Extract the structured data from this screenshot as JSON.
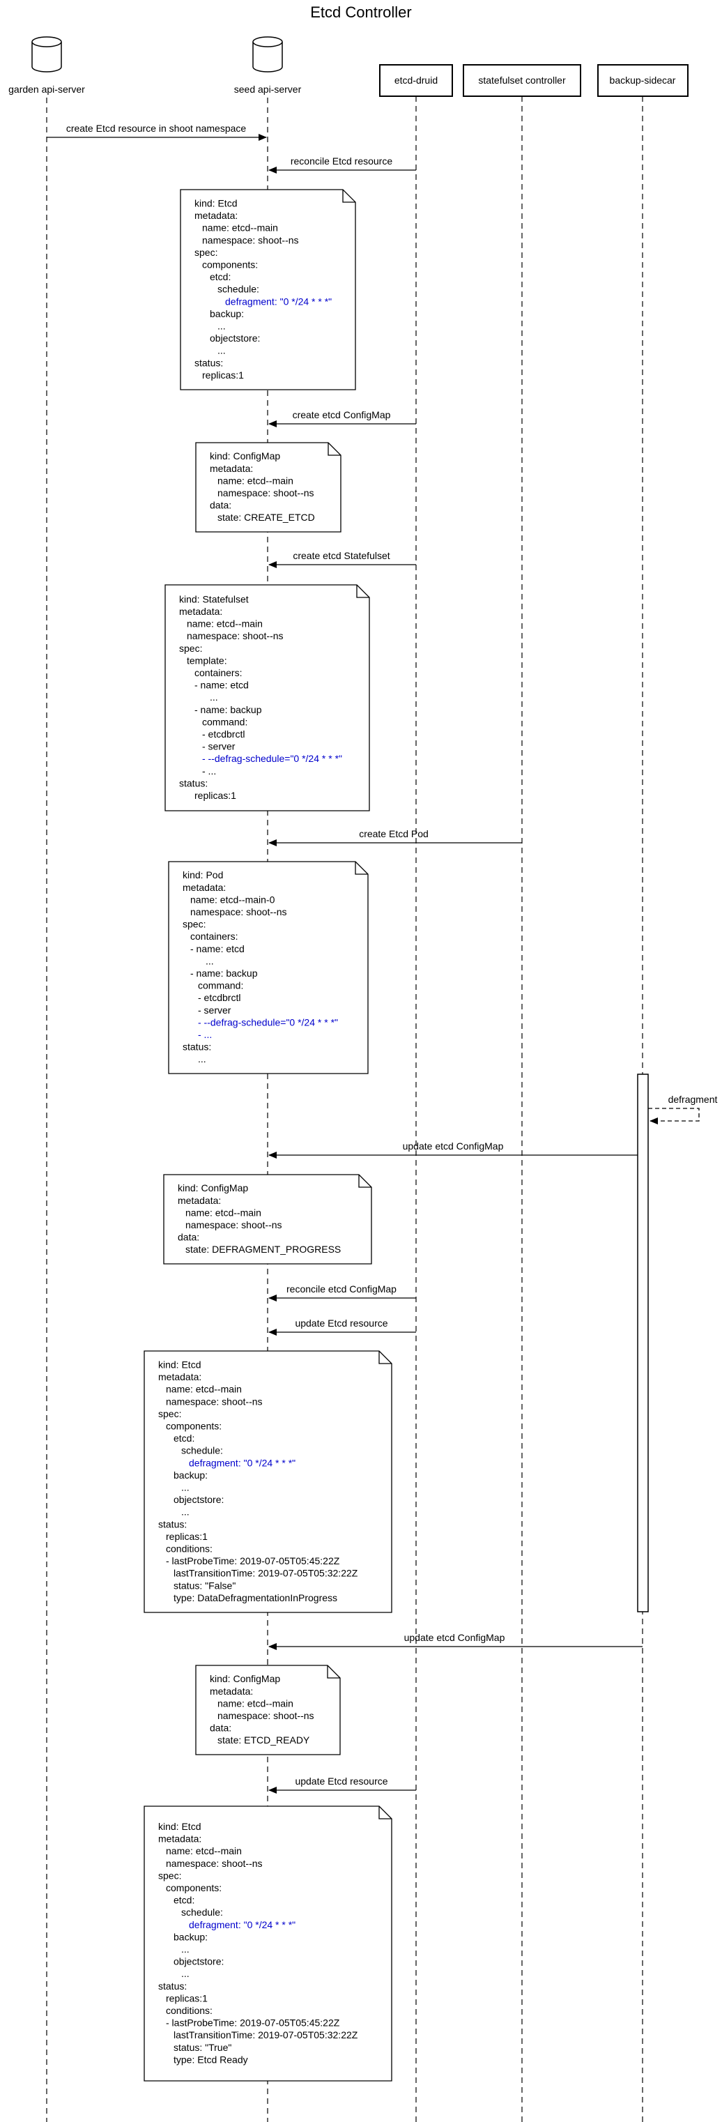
{
  "title": "Etcd Controller",
  "participants": [
    {
      "id": "garden",
      "label": "garden api-server",
      "kind": "database"
    },
    {
      "id": "seed",
      "label": "seed api-server",
      "kind": "database"
    },
    {
      "id": "druid",
      "label": "etcd-druid",
      "kind": "box"
    },
    {
      "id": "sts",
      "label": "statefulset controller",
      "kind": "box"
    },
    {
      "id": "sidecar",
      "label": "backup-sidecar",
      "kind": "box"
    }
  ],
  "colors": {
    "line": "#000000",
    "highlight": "#0000cc",
    "background": "#ffffff"
  },
  "messages": [
    {
      "from": "garden",
      "to": "seed",
      "label": "create Etcd resource in shoot namespace"
    },
    {
      "from": "druid",
      "to": "seed",
      "label": "reconcile Etcd resource"
    },
    {
      "from": "druid",
      "to": "seed",
      "label": "create etcd ConfigMap"
    },
    {
      "from": "druid",
      "to": "seed",
      "label": "create etcd Statefulset"
    },
    {
      "from": "sts",
      "to": "seed",
      "label": "create Etcd Pod"
    },
    {
      "from": "sidecar",
      "to": "sidecar",
      "label": "defragment",
      "self": true
    },
    {
      "from": "sidecar",
      "to": "seed",
      "label": "update etcd ConfigMap"
    },
    {
      "from": "druid",
      "to": "seed",
      "label": "reconcile etcd ConfigMap"
    },
    {
      "from": "druid",
      "to": "seed",
      "label": "update Etcd resource"
    },
    {
      "from": "sidecar",
      "to": "seed",
      "label": "update etcd ConfigMap"
    },
    {
      "from": "druid",
      "to": "seed",
      "label": "update Etcd resource"
    }
  ],
  "notes": [
    {
      "id": "etcd-1",
      "lines": [
        {
          "text": "kind: Etcd",
          "indent": 0
        },
        {
          "text": "metadata:",
          "indent": 0
        },
        {
          "text": "name: etcd--main",
          "indent": 2
        },
        {
          "text": "namespace: shoot--ns",
          "indent": 2
        },
        {
          "text": "spec:",
          "indent": 0
        },
        {
          "text": "components:",
          "indent": 2
        },
        {
          "text": "etcd:",
          "indent": 4
        },
        {
          "text": "schedule:",
          "indent": 6
        },
        {
          "text": "defragment: \"0 */24 * * *\"",
          "indent": 8,
          "hl": true
        },
        {
          "text": "backup:",
          "indent": 4
        },
        {
          "text": "...",
          "indent": 6
        },
        {
          "text": "objectstore:",
          "indent": 4
        },
        {
          "text": "...",
          "indent": 6
        },
        {
          "text": "status:",
          "indent": 0
        },
        {
          "text": "replicas:1",
          "indent": 2
        }
      ]
    },
    {
      "id": "configmap-1",
      "lines": [
        {
          "text": "kind: ConfigMap",
          "indent": 0
        },
        {
          "text": "metadata:",
          "indent": 0
        },
        {
          "text": "name: etcd--main",
          "indent": 2
        },
        {
          "text": "namespace: shoot--ns",
          "indent": 2
        },
        {
          "text": "data:",
          "indent": 0
        },
        {
          "text": "state: CREATE_ETCD",
          "indent": 2
        }
      ]
    },
    {
      "id": "statefulset",
      "lines": [
        {
          "text": "kind: Statefulset",
          "indent": 0
        },
        {
          "text": "metadata:",
          "indent": 0
        },
        {
          "text": "name: etcd--main",
          "indent": 2
        },
        {
          "text": "namespace: shoot--ns",
          "indent": 2
        },
        {
          "text": "spec:",
          "indent": 0
        },
        {
          "text": "template:",
          "indent": 2
        },
        {
          "text": "containers:",
          "indent": 4
        },
        {
          "text": "- name: etcd",
          "indent": 4
        },
        {
          "text": "...",
          "indent": 8
        },
        {
          "text": "- name: backup",
          "indent": 4
        },
        {
          "text": "command:",
          "indent": 6
        },
        {
          "text": "- etcdbrctl",
          "indent": 6
        },
        {
          "text": "- server",
          "indent": 6
        },
        {
          "text": "- --defrag-schedule=\"0 */24 * * *\"",
          "indent": 6,
          "hl": true
        },
        {
          "text": "- ...",
          "indent": 6
        },
        {
          "text": "status:",
          "indent": 0
        },
        {
          "text": "replicas:1",
          "indent": 4
        }
      ]
    },
    {
      "id": "pod",
      "lines": [
        {
          "text": "kind: Pod",
          "indent": 0
        },
        {
          "text": "metadata:",
          "indent": 0
        },
        {
          "text": "name: etcd--main-0",
          "indent": 2
        },
        {
          "text": "namespace: shoot--ns",
          "indent": 2
        },
        {
          "text": "spec:",
          "indent": 0
        },
        {
          "text": "containers:",
          "indent": 2
        },
        {
          "text": "- name: etcd",
          "indent": 2
        },
        {
          "text": "...",
          "indent": 6
        },
        {
          "text": "- name: backup",
          "indent": 2
        },
        {
          "text": "command:",
          "indent": 4
        },
        {
          "text": "- etcdbrctl",
          "indent": 4
        },
        {
          "text": "- server",
          "indent": 4
        },
        {
          "text": "- --defrag-schedule=\"0 */24 * * *\"",
          "indent": 4,
          "hl": true
        },
        {
          "text": "- ...",
          "indent": 4,
          "hl": true
        },
        {
          "text": "status:",
          "indent": 0
        },
        {
          "text": "...",
          "indent": 4
        }
      ]
    },
    {
      "id": "configmap-2",
      "lines": [
        {
          "text": "kind: ConfigMap",
          "indent": 0
        },
        {
          "text": "metadata:",
          "indent": 0
        },
        {
          "text": "name: etcd--main",
          "indent": 2
        },
        {
          "text": "namespace: shoot--ns",
          "indent": 2
        },
        {
          "text": "data:",
          "indent": 0
        },
        {
          "text": "state: DEFRAGMENT_PROGRESS",
          "indent": 2
        }
      ]
    },
    {
      "id": "etcd-2",
      "lines": [
        {
          "text": "kind: Etcd",
          "indent": 0
        },
        {
          "text": "metadata:",
          "indent": 0
        },
        {
          "text": "name: etcd--main",
          "indent": 2
        },
        {
          "text": "namespace: shoot--ns",
          "indent": 2
        },
        {
          "text": "spec:",
          "indent": 0
        },
        {
          "text": "components:",
          "indent": 2
        },
        {
          "text": "etcd:",
          "indent": 4
        },
        {
          "text": "schedule:",
          "indent": 6
        },
        {
          "text": "defragment: \"0 */24 * * *\"",
          "indent": 8,
          "hl": true
        },
        {
          "text": "backup:",
          "indent": 4
        },
        {
          "text": "...",
          "indent": 6
        },
        {
          "text": "objectstore:",
          "indent": 4
        },
        {
          "text": "...",
          "indent": 6
        },
        {
          "text": "status:",
          "indent": 0
        },
        {
          "text": "replicas:1",
          "indent": 2
        },
        {
          "text": "conditions:",
          "indent": 2
        },
        {
          "text": "- lastProbeTime: 2019-07-05T05:45:22Z",
          "indent": 2
        },
        {
          "text": "lastTransitionTime: 2019-07-05T05:32:22Z",
          "indent": 4
        },
        {
          "text": "status: \"False\"",
          "indent": 4
        },
        {
          "text": "type: DataDefragmentationInProgress",
          "indent": 4
        }
      ]
    },
    {
      "id": "configmap-3",
      "lines": [
        {
          "text": "kind: ConfigMap",
          "indent": 0
        },
        {
          "text": "metadata:",
          "indent": 0
        },
        {
          "text": "name: etcd--main",
          "indent": 2
        },
        {
          "text": "namespace: shoot--ns",
          "indent": 2
        },
        {
          "text": "data:",
          "indent": 0
        },
        {
          "text": "state: ETCD_READY",
          "indent": 2
        }
      ]
    },
    {
      "id": "etcd-3",
      "lines": [
        {
          "text": "kind: Etcd",
          "indent": 0
        },
        {
          "text": "metadata:",
          "indent": 0
        },
        {
          "text": "name: etcd--main",
          "indent": 2
        },
        {
          "text": "namespace: shoot--ns",
          "indent": 2
        },
        {
          "text": "spec:",
          "indent": 0
        },
        {
          "text": "components:",
          "indent": 2
        },
        {
          "text": "etcd:",
          "indent": 4
        },
        {
          "text": "schedule:",
          "indent": 6
        },
        {
          "text": "defragment: \"0 */24 * * *\"",
          "indent": 8,
          "hl": true
        },
        {
          "text": "backup:",
          "indent": 4
        },
        {
          "text": "...",
          "indent": 6
        },
        {
          "text": "objectstore:",
          "indent": 4
        },
        {
          "text": "...",
          "indent": 6
        },
        {
          "text": "status:",
          "indent": 0
        },
        {
          "text": "replicas:1",
          "indent": 2
        },
        {
          "text": "conditions:",
          "indent": 2
        },
        {
          "text": "- lastProbeTime: 2019-07-05T05:45:22Z",
          "indent": 2
        },
        {
          "text": "lastTransitionTime: 2019-07-05T05:32:22Z",
          "indent": 4
        },
        {
          "text": "status: \"True\"",
          "indent": 4
        },
        {
          "text": "type: Etcd Ready",
          "indent": 4
        }
      ]
    }
  ]
}
